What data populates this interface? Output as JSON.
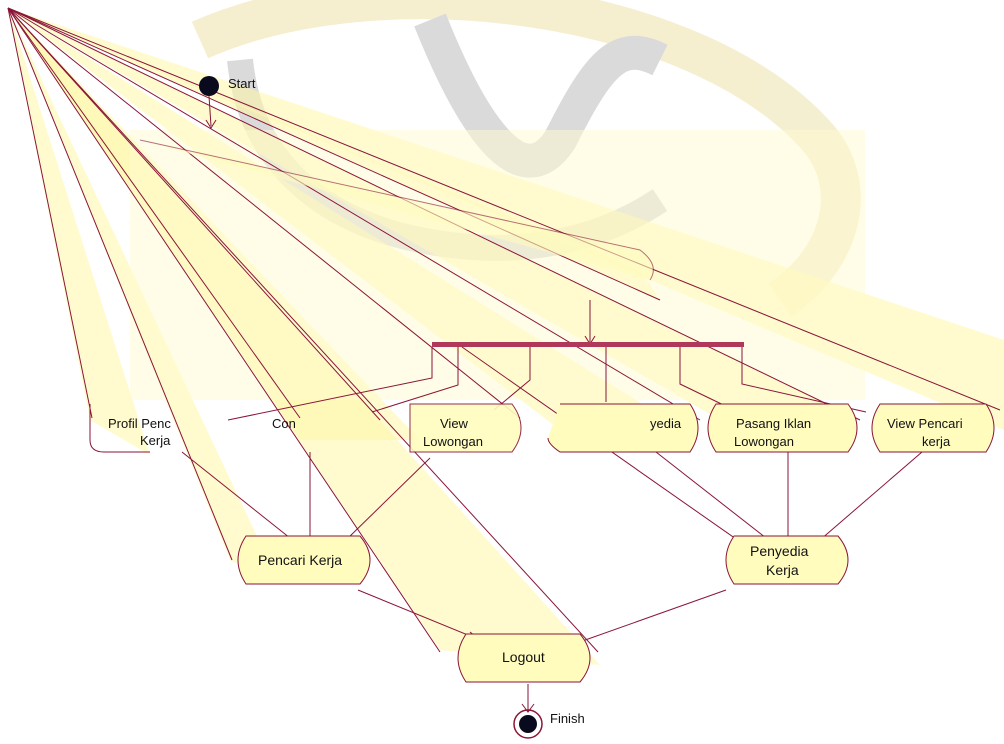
{
  "diagram": {
    "colors": {
      "node_fill": "#fffcbe",
      "edge": "#8a1538",
      "fork_bar": "#b0385a",
      "terminal": "#0a0a1e",
      "overlay": "#fff8a8"
    },
    "start_label": "Start",
    "finish_label": "Finish",
    "nodes": {
      "profil_line1": "Profil Penc",
      "profil_line2": "Kerja",
      "con_text": "Con",
      "view_lowongan_line1": "View",
      "view_lowongan_line2": "Lowongan",
      "penyedia_partial": "yedia",
      "pasang_iklan_line1": "Pasang Iklan",
      "pasang_iklan_line2": "Lowongan",
      "view_pencari_line1": "View Pencari",
      "view_pencari_line2": "kerja",
      "pencari_kerja": "Pencari Kerja",
      "penyedia_kerja_line1": "Penyedia",
      "penyedia_kerja_line2": "Kerja",
      "logout": "Logout"
    }
  }
}
